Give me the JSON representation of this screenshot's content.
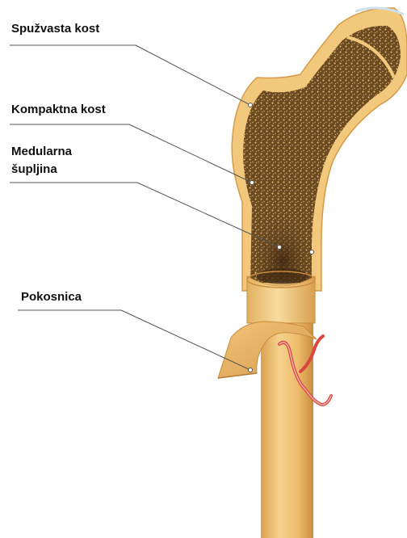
{
  "labels": {
    "spongy": "Spužvasta kost",
    "compact": "Kompaktna kost",
    "medullary_line1": "Medularna",
    "medullary_line2": "šupljina",
    "periosteum": "Pokosnica"
  },
  "colors": {
    "bone_light": "#f4cf86",
    "bone_mid": "#e7b463",
    "bone_dark": "#c98d3d",
    "spongy_fill": "#6b4a22",
    "spongy_speck": "#d8b169",
    "marrow_dark": "#4a2f14",
    "vessel_red": "#d9473f",
    "vessel_pink": "#f3b3ad",
    "leader_line": "#555555"
  },
  "icons": {
    "vessel": "blood-vessel-icon"
  }
}
